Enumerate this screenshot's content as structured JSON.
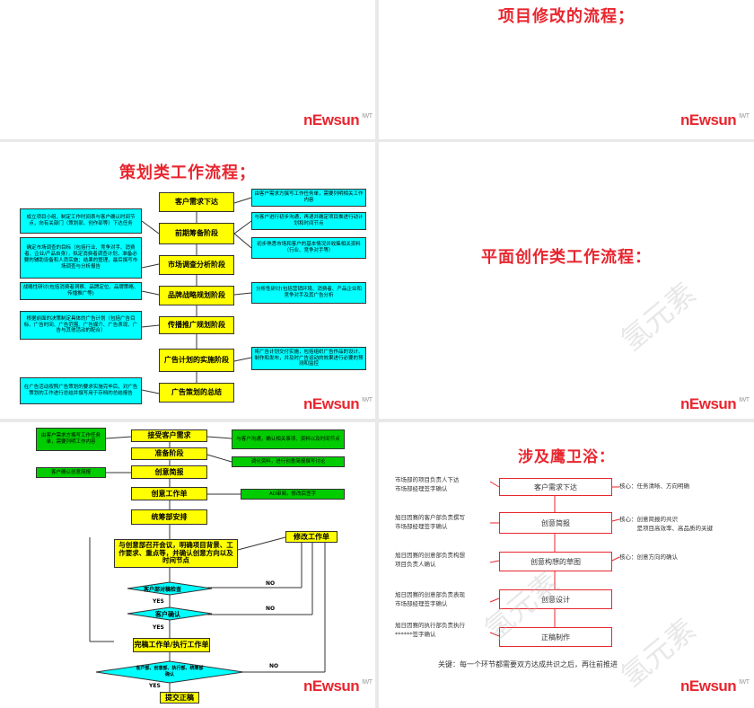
{
  "colors": {
    "accent": "#e8262f",
    "flow_box": "#ffff00",
    "note_box": "#00ffff",
    "green_box": "#00cc00",
    "decision": "#00ffff"
  },
  "logo": {
    "text": "nEwsun",
    "sup": "IWT"
  },
  "watermark": "氢元素",
  "slide1": {},
  "slide2": {
    "title": "项目修改的流程；"
  },
  "slide3": {
    "title": "策划类工作流程；",
    "steps": [
      "客户需求下达",
      "前期筹备阶段",
      "市场调查分析阶段",
      "品牌战略规划阶段",
      "传播推广规划阶段",
      "广告计划的实施阶段",
      "广告策划的总结"
    ],
    "right_notes": [
      "由客户需求方撰写工作任务单，需要列明相关工作内容",
      "与客户进行初步沟通，再递并确定项目推进行动计划和时间节点",
      "初步熟悉市场和客户的基本情况并收集相关资料（行业、竞争对手等）",
      "分析性研讨(包括营销环境、消费者、产品企业和竞争对手及其广告分析",
      "将广告计划交付实施，包括组织广告作品的设计、制作和发布，并及时广告运动的效果进行必要的预测和监控"
    ],
    "left_notes": [
      "成立项目小组，制定工作时间表与客户确认时间节点，向有关部门（策划部、创作部等）下达任务",
      "确定市场调查的目标（包括行业、竞争对手、消费者、企业/产品自身），拟定消费者调查计划，准备必要的辅助设备和人员实施；结果的整理，最后撰写市场调查与分析报告",
      "战略性研讨(包括消费者洞察、品牌定位、品牌策略、传播推广等)",
      "根据前面的决策制定具体的广告计划（包括广告目标、广告时间、广告范围、广告媒介、广告表现、广告与其他活动的配合）",
      "在广告活动按照广告策划的要求实施完毕后，对广告策划的工作进行总结并撰写用于存档的总结报告"
    ]
  },
  "slide4": {
    "title": "平面创作类工作流程："
  },
  "slide5": {
    "steps": [
      "接受客户需求",
      "准备阶段",
      "创意简报",
      "创意工作单",
      "统筹部安排"
    ],
    "big_step": "与创意部召开会议，明确项目背景、工作要求、重点等，并确认创意方向以及时间节点",
    "modify": "修改工作单",
    "decisions": [
      "客户部对稿检查",
      "客户确认",
      "客户部、创意部、执行部、统筹部确认"
    ],
    "final_sheet": "完稿工作单/执行工作单",
    "submit": "提交正稿",
    "yes": "YES",
    "no": "NO",
    "green_notes": [
      "由客户需求方撰写工作任务单，需要列明工作内容",
      "与客户沟通，确认相关事项、资料以及时间节点",
      "调化资料，进行创意简报撰写讨论",
      "客户确认创意简报",
      "AD审阅，修改后签字"
    ]
  },
  "slide6": {
    "title": "涉及鹰卫浴：",
    "steps": [
      "客户需求下达",
      "创意简报",
      "创意构想的草图",
      "创意设计",
      "正稿制作"
    ],
    "left_notes": [
      "市场部的项目负责人下达\n市场部经理签字确认",
      "旭日因赛的客户部负责撰写\n市场部经理签字确认",
      "旭日因赛的创意部负责构想\n项目负责人确认",
      "旭日因赛的创意部负责表现\n市场部经理签字确认",
      "旭日因赛的执行部负责执行\n******签字确认"
    ],
    "right_notes": [
      "核心：任务清晰、方向明确",
      "核心：创意简报的共识\n　　　是项目高效率、高品质的关键",
      "核心：创意方向的确认"
    ],
    "footer": "关键：每一个环节都需要双方达成共识之后，再往前推进"
  }
}
